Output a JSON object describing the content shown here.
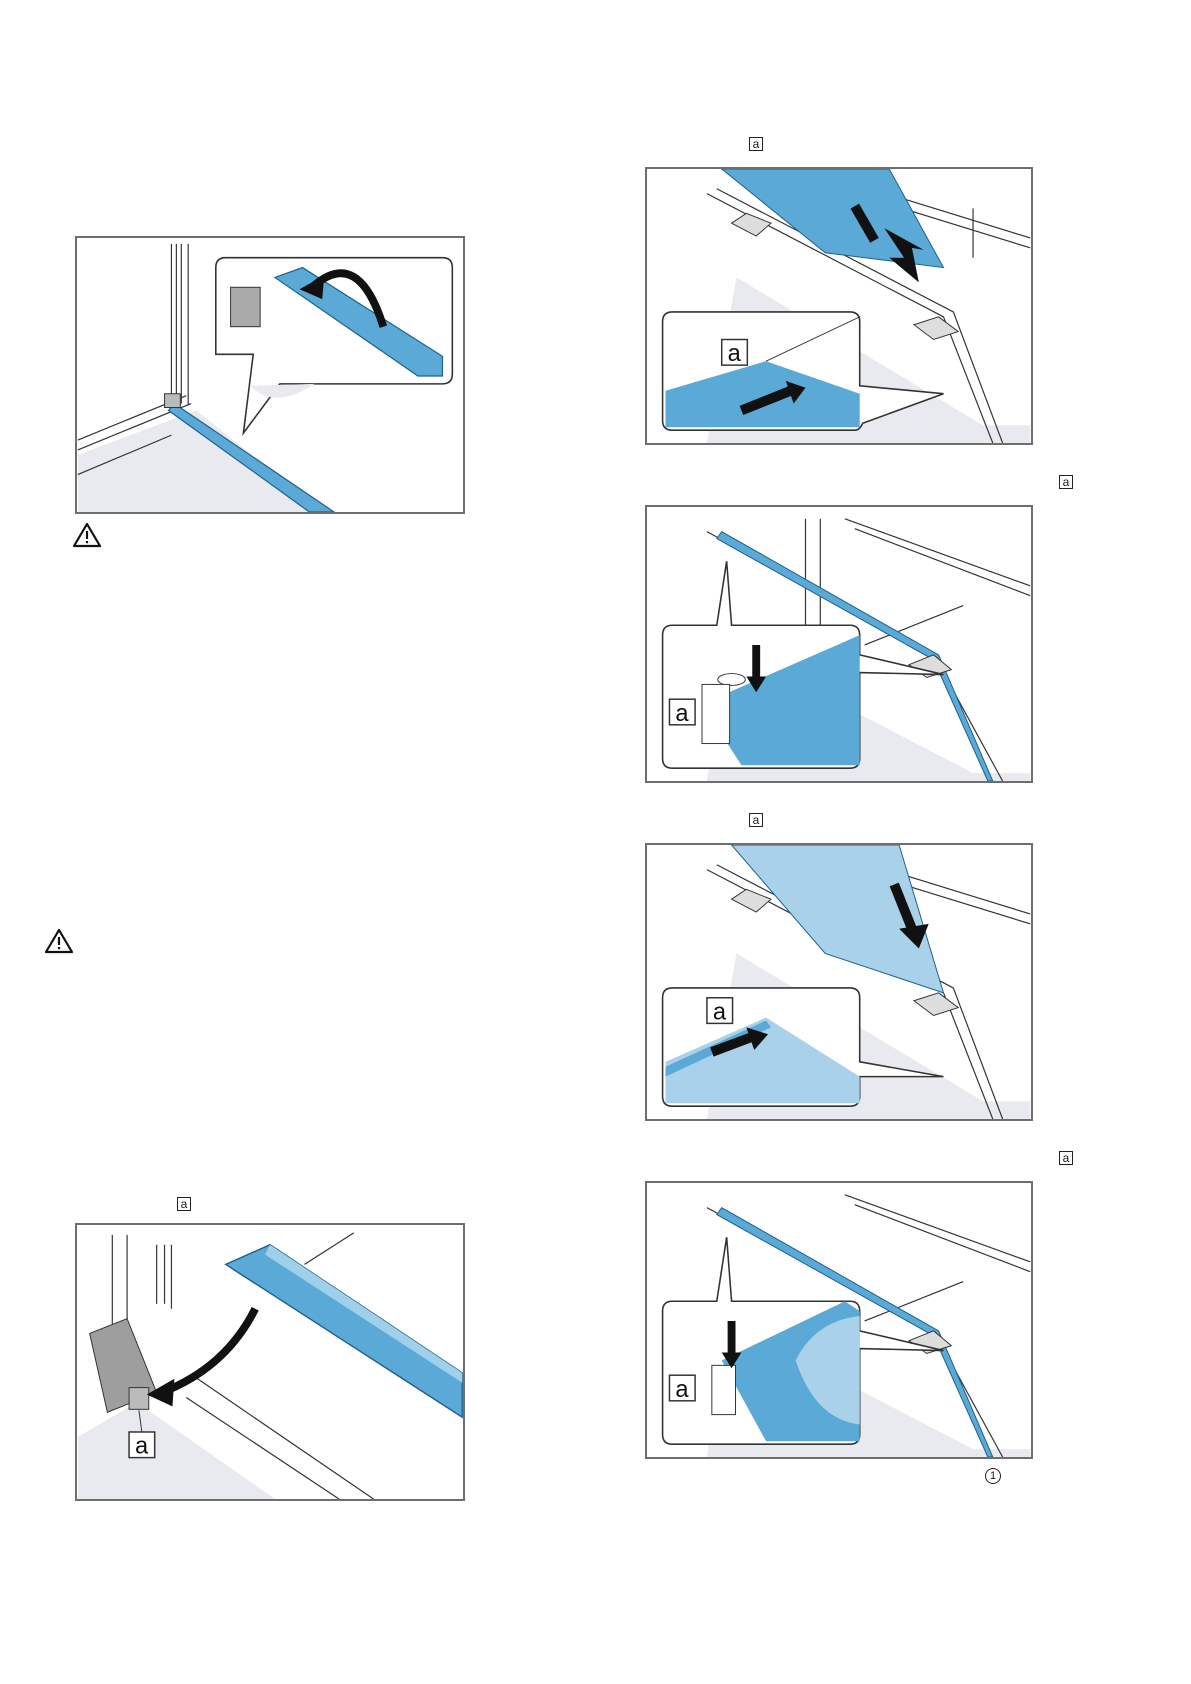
{
  "refs": {
    "ref_1": "a",
    "ref_2": "a",
    "ref_3": "a",
    "ref_4": "a",
    "ref_5": "a"
  },
  "figure_labels": {
    "fig3_label": "a",
    "fig4_label": "a",
    "fig5_label": "a",
    "fig6_label": "a",
    "fig7_label": "a"
  },
  "footnote_marker": "1",
  "colors": {
    "glass_blue": "#5aa9d6",
    "glass_light": "#a9d2ea",
    "frame_gray": "#6e6e6e",
    "shade_gray": "#e6e6ee"
  },
  "icons": {
    "warning": "warning-triangle-icon"
  }
}
